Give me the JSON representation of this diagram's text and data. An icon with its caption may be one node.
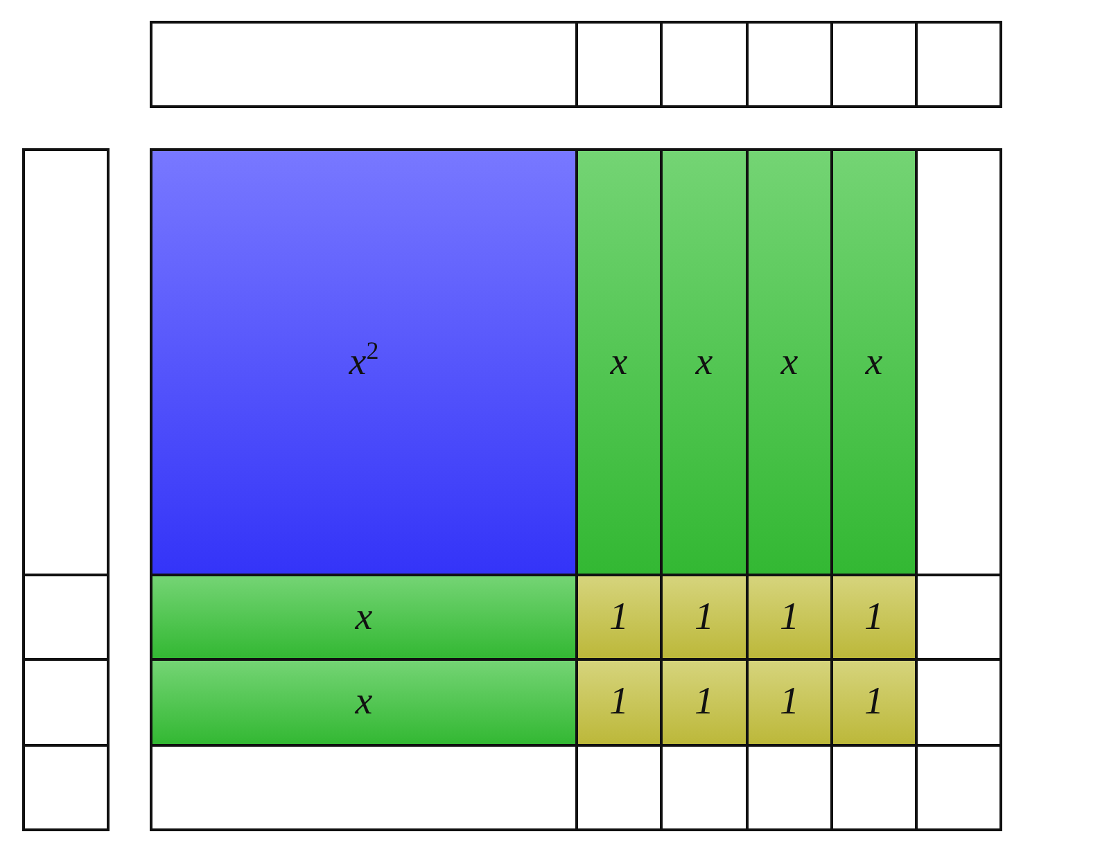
{
  "diagram": {
    "nodes": [
      {
        "text": [],
        "shape": "box"
      },
      {
        "text": [],
        "shape": "box"
      },
      {
        "text": [],
        "shape": "box"
      },
      {
        "text": [],
        "shape": "box"
      },
      {
        "text": [],
        "shape": "box"
      },
      {
        "text": [],
        "shape": "box"
      },
      {
        "text": [],
        "shape": "box"
      },
      {
        "text": [
          "x$^{2}$"
        ]
      },
      {
        "text": [
          "x"
        ]
      },
      {
        "text": [
          "x"
        ]
      },
      {
        "text": [
          "x"
        ]
      },
      {
        "text": [
          "x"
        ]
      },
      {
        "text": [],
        "shape": "box"
      },
      {
        "text": [],
        "shape": "box"
      },
      {
        "text": [
          "x"
        ]
      },
      {
        "text": [
          "1"
        ]
      },
      {
        "text": [
          "1"
        ]
      },
      {
        "text": [
          "1"
        ]
      },
      {
        "text": [
          "1"
        ]
      },
      {
        "text": [],
        "shape": "box"
      },
      {
        "text": [],
        "shape": "box"
      },
      {
        "text": [
          "x"
        ]
      },
      {
        "text": [
          "1"
        ]
      },
      {
        "text": [
          "1"
        ]
      },
      {
        "text": [
          "1"
        ]
      },
      {
        "text": [
          "1"
        ]
      },
      {
        "text": [],
        "shape": "box"
      },
      {
        "text": [],
        "shape": "box"
      },
      {
        "text": [],
        "shape": "box"
      },
      {
        "text": [],
        "shape": "box"
      },
      {
        "text": [],
        "shape": "box"
      },
      {
        "text": [],
        "shape": "box"
      },
      {
        "text": [],
        "shape": "box"
      },
      {
        "text": [],
        "shape": "box"
      }
    ]
  }
}
